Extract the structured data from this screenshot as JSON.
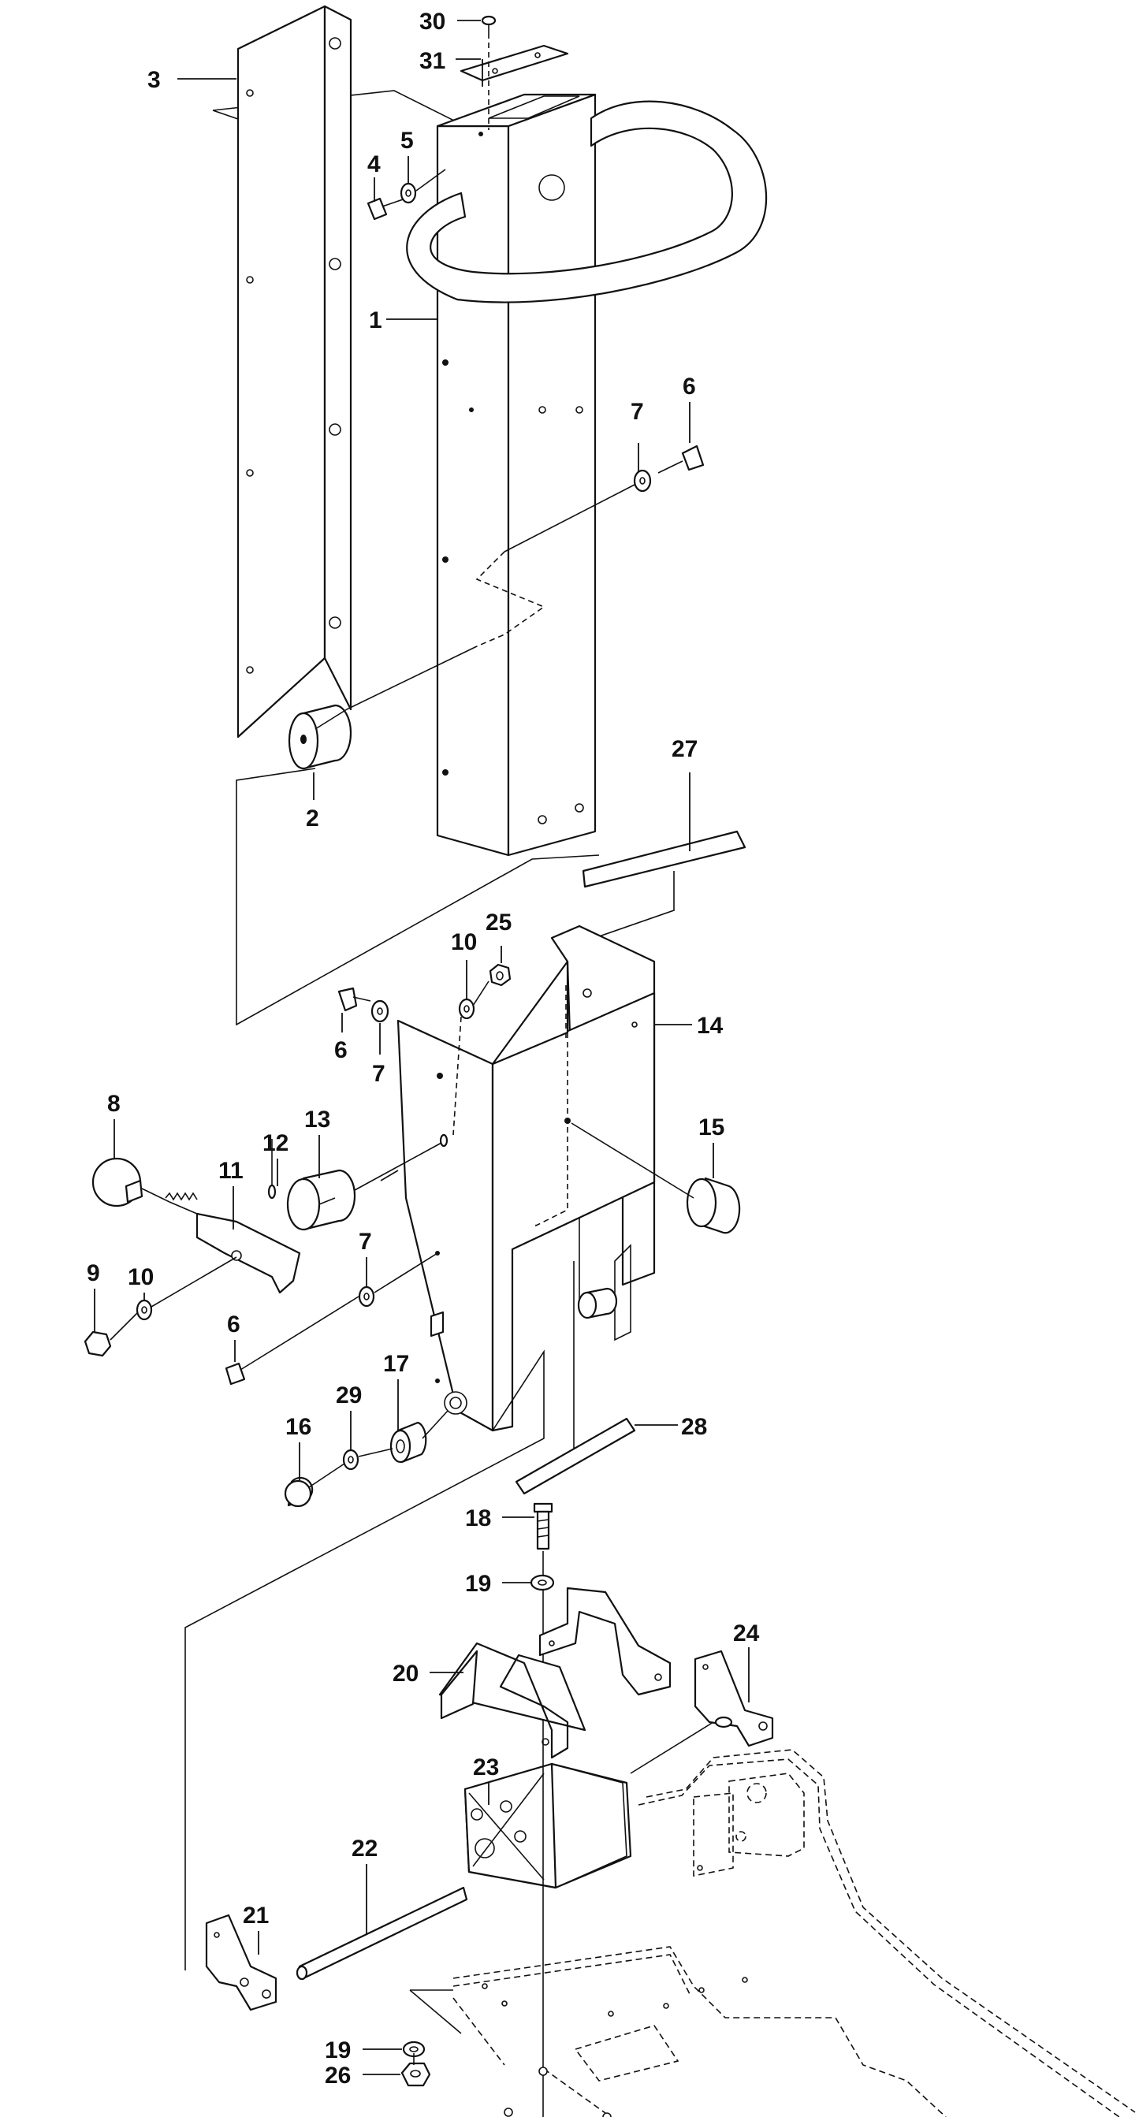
{
  "diagram": {
    "callouts": [
      {
        "id": "c30",
        "text": "30"
      },
      {
        "id": "c31",
        "text": "31"
      },
      {
        "id": "c3",
        "text": "3"
      },
      {
        "id": "c5",
        "text": "5"
      },
      {
        "id": "c4",
        "text": "4"
      },
      {
        "id": "c1",
        "text": "1"
      },
      {
        "id": "c7a",
        "text": "7"
      },
      {
        "id": "c6a",
        "text": "6"
      },
      {
        "id": "c2",
        "text": "2"
      },
      {
        "id": "c27",
        "text": "27"
      },
      {
        "id": "c10a",
        "text": "10"
      },
      {
        "id": "c25",
        "text": "25"
      },
      {
        "id": "c14",
        "text": "14"
      },
      {
        "id": "c6b",
        "text": "6"
      },
      {
        "id": "c7b",
        "text": "7"
      },
      {
        "id": "c8",
        "text": "8"
      },
      {
        "id": "c13",
        "text": "13"
      },
      {
        "id": "c12",
        "text": "12"
      },
      {
        "id": "c11",
        "text": "11"
      },
      {
        "id": "c15",
        "text": "15"
      },
      {
        "id": "c7c",
        "text": "7"
      },
      {
        "id": "c10b",
        "text": "10"
      },
      {
        "id": "c9",
        "text": "9"
      },
      {
        "id": "c6c",
        "text": "6"
      },
      {
        "id": "c17",
        "text": "17"
      },
      {
        "id": "c29",
        "text": "29"
      },
      {
        "id": "c16",
        "text": "16"
      },
      {
        "id": "c28",
        "text": "28"
      },
      {
        "id": "c18",
        "text": "18"
      },
      {
        "id": "c19a",
        "text": "19"
      },
      {
        "id": "c24",
        "text": "24"
      },
      {
        "id": "c20",
        "text": "20"
      },
      {
        "id": "c23",
        "text": "23"
      },
      {
        "id": "c22",
        "text": "22"
      },
      {
        "id": "c21",
        "text": "21"
      },
      {
        "id": "c19b",
        "text": "19"
      },
      {
        "id": "c26",
        "text": "26"
      }
    ]
  }
}
